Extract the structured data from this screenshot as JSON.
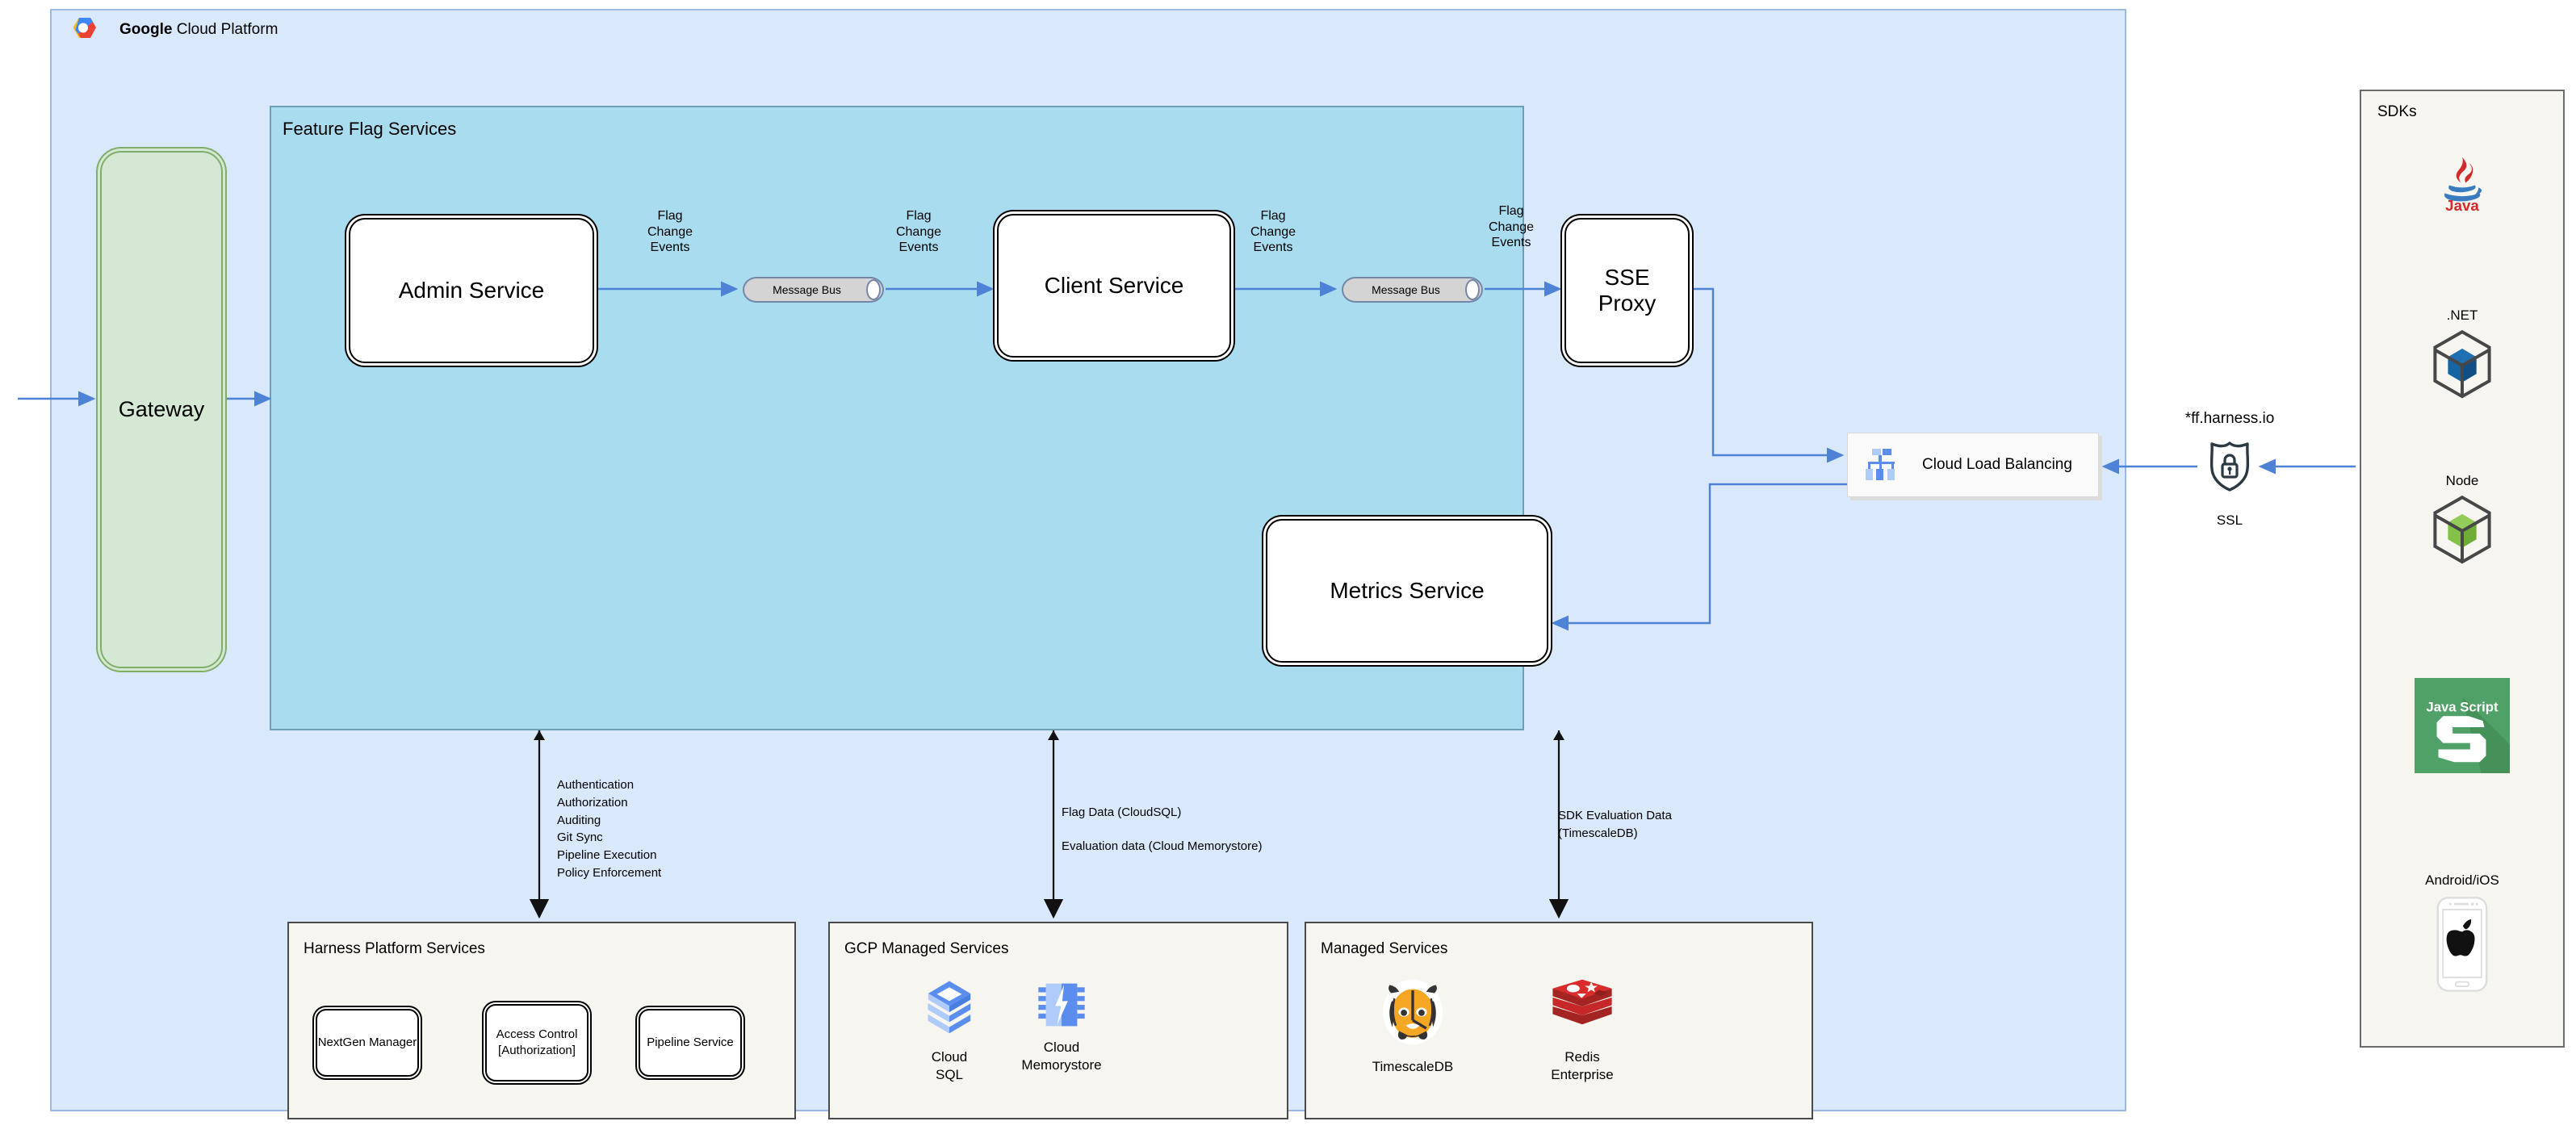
{
  "gcp": {
    "title_bold": "Google",
    "title_rest": " Cloud Platform",
    "logo_icon": "google-cloud-logo"
  },
  "feature_flag_services": {
    "title": "Feature Flag Services",
    "nodes": [
      {
        "id": "admin-service",
        "label": "Admin Service"
      },
      {
        "id": "client-service",
        "label": "Client Service"
      },
      {
        "id": "sse-proxy",
        "label": "SSE\nProxy"
      },
      {
        "id": "metrics-service",
        "label": "Metrics Service"
      }
    ],
    "message_buses": [
      {
        "id": "msgbus1",
        "label": "Message Bus"
      },
      {
        "id": "msgbus2",
        "label": "Message Bus"
      }
    ],
    "edge_labels": [
      {
        "id": "lbl-fce1",
        "text": "Flag\nChange\nEvents"
      },
      {
        "id": "lbl-fce2",
        "text": "Flag\nChange\nEvents"
      },
      {
        "id": "lbl-fce3",
        "text": "Flag\nChange\nEvents"
      },
      {
        "id": "lbl-fce4",
        "text": "Flag\nChange\nEvents"
      }
    ]
  },
  "gateway": {
    "label": "Gateway"
  },
  "load_balancer": {
    "label": "Cloud Load Balancing",
    "icon": "cloud-load-balancing-icon"
  },
  "ssl": {
    "domain": "*ff.harness.io",
    "label": "SSL",
    "icon": "shield-lock-icon"
  },
  "annotations": {
    "harness": "Authentication\nAuthorization\nAuditing\nGit Sync\nPipeline Execution\nPolicy Enforcement",
    "flag_data": "Flag Data (CloudSQL)",
    "evaluation_data": "Evaluation data (Cloud Memorystore)",
    "sdk_evaluation": "SDK Evaluation Data\n(TimescaleDB)"
  },
  "harness_platform_services": {
    "title": "Harness Platform Services",
    "items": [
      {
        "id": "ngm-box",
        "label": "NextGen Manager"
      },
      {
        "id": "ac-box",
        "label": "Access Control\n[Authorization]"
      },
      {
        "id": "ps-box",
        "label": "Pipeline Service"
      }
    ]
  },
  "gcp_managed_services": {
    "title": "GCP Managed Services",
    "items": [
      {
        "id": "cloud-sql",
        "label": "Cloud\nSQL",
        "icon": "cloud-sql-icon"
      },
      {
        "id": "cloud-memorystore",
        "label": "Cloud\nMemorystore",
        "icon": "cloud-memorystore-icon"
      }
    ]
  },
  "managed_services": {
    "title": "Managed Services",
    "items": [
      {
        "id": "timescaledb",
        "label": "TimescaleDB",
        "icon": "timescaledb-tiger-icon"
      },
      {
        "id": "redis-enterprise",
        "label": "Redis\nEnterprise",
        "icon": "redis-icon"
      }
    ]
  },
  "sdks": {
    "title": "SDKs",
    "items": [
      {
        "id": "sdk-java",
        "label": "",
        "icon": "java-logo-icon"
      },
      {
        "id": "sdk-dotnet",
        "label": ".NET",
        "icon": "dotnet-cube-icon"
      },
      {
        "id": "sdk-node",
        "label": "Node",
        "icon": "node-cube-icon"
      },
      {
        "id": "sdk-javascript",
        "label": "",
        "icon": "javascript-tile-icon"
      },
      {
        "id": "sdk-mobile",
        "label": "Android/iOS",
        "icon": "phone-apple-icon"
      }
    ],
    "java_wordmark": "Java",
    "js_wordmark": "Java Script"
  },
  "colors": {
    "gcp_bg": "#dae8fc",
    "ffs_bg": "#a9dcef",
    "gateway_fill": "#d5e8d4",
    "panel_bg": "#f7f5ef",
    "arrow": "#4d82d6",
    "msgbus_fill": "#d4d4d4"
  }
}
